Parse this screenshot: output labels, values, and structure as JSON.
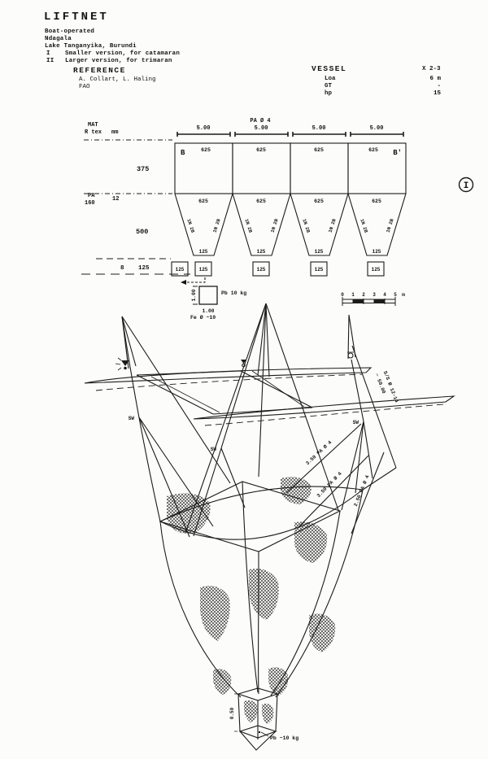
{
  "header": {
    "title": "LIFTNET",
    "operation": "Boat-operated",
    "target_species": "Ndagala",
    "location": "Lake Tanganyika, Burundi",
    "versions": [
      {
        "numeral": "I",
        "description": "Smaller version, for catamaran"
      },
      {
        "numeral": "II",
        "description": "Larger version, for trimaran"
      }
    ]
  },
  "reference": {
    "heading": "REFERENCE",
    "authors": "A. Collart, L. Haling",
    "organization": "FAO"
  },
  "vessel": {
    "heading": "VESSEL",
    "multiplier": "X 2-3",
    "rows": [
      {
        "label": "Loa",
        "value": "6 m"
      },
      {
        "label": "GT",
        "value": "-"
      },
      {
        "label": "hp",
        "value": "15"
      }
    ]
  },
  "plan": {
    "columns": {
      "mat": "MAT",
      "rtex": "R tex",
      "mm": "mm"
    },
    "top_material": "PA Ø 4",
    "panel_width": "5.00",
    "mesh_count": "625",
    "corner_left": "B",
    "corner_right": "B'",
    "depth_upper": "375",
    "row2": {
      "mat": "PA",
      "rtex": "160",
      "mm": "12"
    },
    "depth_lower": "500",
    "row3": {
      "mm": "8",
      "mesh": "125"
    },
    "taper_rate": "1N 2B",
    "taper_mesh": "125",
    "box_mesh": "125",
    "version_marker": "I"
  },
  "codend_detail": {
    "height": "1.00",
    "width": "1.00",
    "ballast": "Pb 10 kg",
    "frame": "Fe Ø ~10"
  },
  "scale_bar": {
    "ticks": [
      "0",
      "1",
      "2",
      "3",
      "4",
      "5"
    ],
    "unit": "m"
  },
  "perspective": {
    "swivel": "SW",
    "warp_length": "~ 50.00",
    "warp_material": "S/S Ø 12-14",
    "ropes": [
      "3.50 PA Ø 4",
      "3.50 PA Ø 4",
      "2.50 PA Ø 4"
    ],
    "codend_height": "0.50",
    "codend_ballast": "Pb ~10 kg"
  }
}
